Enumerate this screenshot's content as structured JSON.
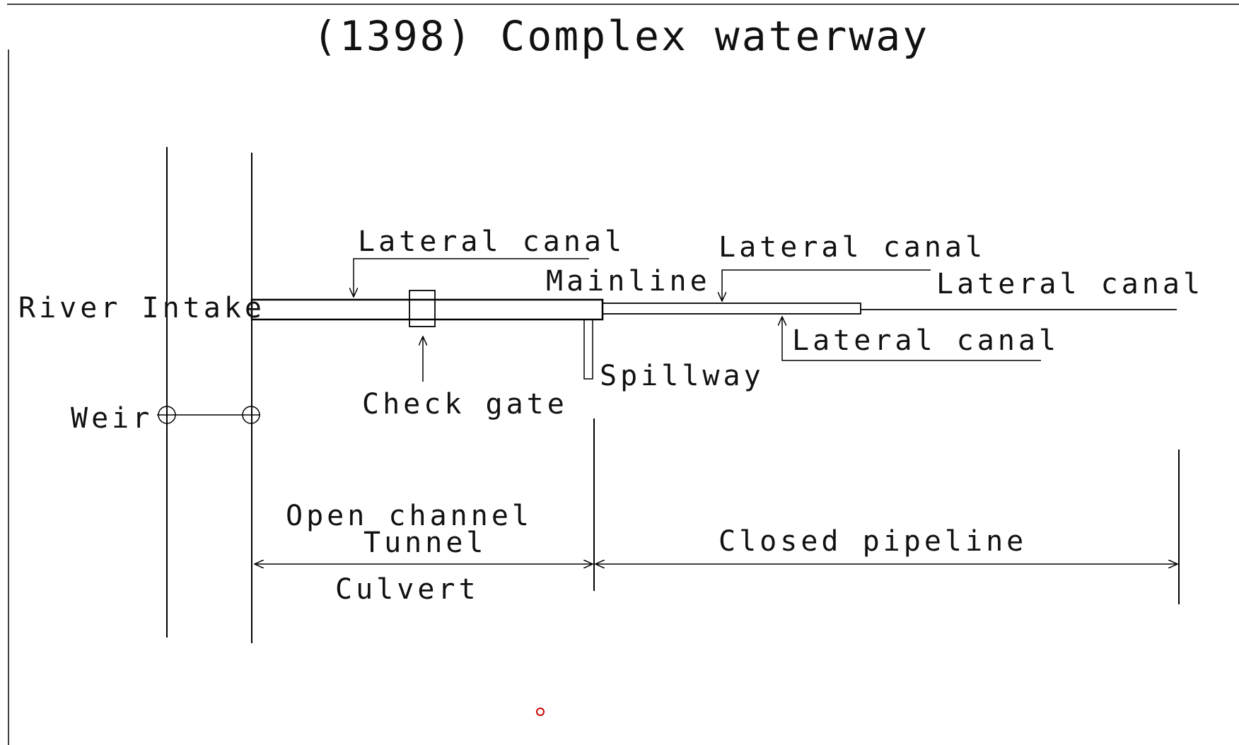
{
  "title": "(1398) Complex waterway",
  "labels": {
    "river_intake": "River Intake",
    "weir": "Weir",
    "lateral_canal_1": "Lateral canal",
    "lateral_canal_2": "Lateral canal",
    "lateral_canal_3": "Lateral canal",
    "lateral_canal_4": "Lateral canal",
    "mainline": "Mainline",
    "check_gate": "Check gate",
    "spillway": "Spillway",
    "open_channel": "Open channel",
    "tunnel": "Tunnel",
    "culvert": "Culvert",
    "closed_pipeline": "Closed pipeline"
  },
  "colors": {
    "line": "#000000",
    "text": "#111111",
    "marker": "#cc0000",
    "background": "#ffffff"
  }
}
